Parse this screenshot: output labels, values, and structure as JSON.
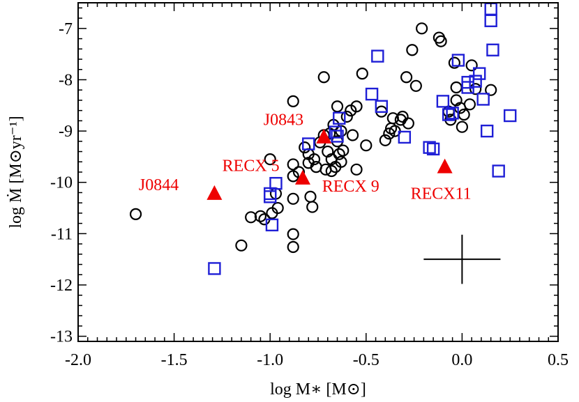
{
  "chart_data": {
    "type": "scatter",
    "xlabel": "log M∗ [M⊙]",
    "ylabel": "log Ṁ [M⊙yr⁻¹]",
    "xlim": [
      -2.0,
      0.5
    ],
    "ylim": [
      -13.1,
      -6.5
    ],
    "xticks": [
      -2.0,
      -1.5,
      -1.0,
      -0.5,
      0.0,
      0.5
    ],
    "xtick_labels": [
      "-2.0",
      "-1.5",
      "-1.0",
      "-0.5",
      "0.0",
      "0.5"
    ],
    "yticks": [
      -13,
      -12,
      -11,
      -10,
      -9,
      -8,
      -7
    ],
    "ytick_labels": [
      "-13",
      "-12",
      "-11",
      "-10",
      "-9",
      "-8",
      "-7"
    ],
    "grid": false,
    "series": [
      {
        "marker": "circle",
        "color": "#000000",
        "points": [
          [
            -1.7,
            -10.62
          ],
          [
            -1.15,
            -11.23
          ],
          [
            -1.1,
            -10.68
          ],
          [
            -1.05,
            -10.66
          ],
          [
            -1.03,
            -10.72
          ],
          [
            -1.0,
            -9.55
          ],
          [
            -0.99,
            -10.6
          ],
          [
            -0.97,
            -10.22
          ],
          [
            -0.96,
            -10.5
          ],
          [
            -0.88,
            -8.42
          ],
          [
            -0.88,
            -9.65
          ],
          [
            -0.88,
            -9.88
          ],
          [
            -0.88,
            -10.32
          ],
          [
            -0.88,
            -11.01
          ],
          [
            -0.88,
            -11.26
          ],
          [
            -0.85,
            -9.8
          ],
          [
            -0.82,
            -9.32
          ],
          [
            -0.8,
            -9.45
          ],
          [
            -0.8,
            -9.62
          ],
          [
            -0.79,
            -10.28
          ],
          [
            -0.78,
            -10.48
          ],
          [
            -0.77,
            -9.55
          ],
          [
            -0.76,
            -9.7
          ],
          [
            -0.74,
            -9.22
          ],
          [
            -0.72,
            -7.95
          ],
          [
            -0.72,
            -9.08
          ],
          [
            -0.71,
            -9.75
          ],
          [
            -0.7,
            -9.4
          ],
          [
            -0.69,
            -9.05
          ],
          [
            -0.68,
            -9.55
          ],
          [
            -0.68,
            -9.78
          ],
          [
            -0.67,
            -8.88
          ],
          [
            -0.66,
            -9.7
          ],
          [
            -0.65,
            -8.52
          ],
          [
            -0.65,
            -9.2
          ],
          [
            -0.64,
            -9.45
          ],
          [
            -0.63,
            -9.0
          ],
          [
            -0.63,
            -9.6
          ],
          [
            -0.62,
            -9.38
          ],
          [
            -0.6,
            -8.72
          ],
          [
            -0.58,
            -8.6
          ],
          [
            -0.57,
            -9.08
          ],
          [
            -0.55,
            -8.52
          ],
          [
            -0.55,
            -9.75
          ],
          [
            -0.52,
            -7.88
          ],
          [
            -0.5,
            -9.28
          ],
          [
            -0.42,
            -8.62
          ],
          [
            -0.4,
            -9.18
          ],
          [
            -0.38,
            -9.05
          ],
          [
            -0.37,
            -8.95
          ],
          [
            -0.36,
            -8.75
          ],
          [
            -0.35,
            -9.0
          ],
          [
            -0.32,
            -8.78
          ],
          [
            -0.31,
            -8.72
          ],
          [
            -0.29,
            -7.95
          ],
          [
            -0.28,
            -8.85
          ],
          [
            -0.26,
            -7.42
          ],
          [
            -0.24,
            -8.12
          ],
          [
            -0.21,
            -7.0
          ],
          [
            -0.12,
            -7.18
          ],
          [
            -0.11,
            -7.25
          ],
          [
            -0.07,
            -8.62
          ],
          [
            -0.06,
            -8.78
          ],
          [
            -0.04,
            -7.67
          ],
          [
            -0.03,
            -8.15
          ],
          [
            -0.03,
            -8.4
          ],
          [
            -0.01,
            -8.55
          ],
          [
            0.0,
            -8.92
          ],
          [
            0.01,
            -8.68
          ],
          [
            0.04,
            -8.48
          ],
          [
            0.05,
            -7.72
          ],
          [
            0.07,
            -8.18
          ],
          [
            0.15,
            -8.2
          ]
        ]
      },
      {
        "marker": "square",
        "color": "#1f1fd6",
        "points": [
          [
            -1.29,
            -11.68
          ],
          [
            -1.0,
            -10.22
          ],
          [
            -1.0,
            -10.28
          ],
          [
            -0.99,
            -10.83
          ],
          [
            -0.97,
            -10.02
          ],
          [
            -0.8,
            -9.25
          ],
          [
            -0.66,
            -9.02
          ],
          [
            -0.65,
            -9.1
          ],
          [
            -0.64,
            -8.75
          ],
          [
            -0.44,
            -7.54
          ],
          [
            -0.42,
            -8.52
          ],
          [
            -0.47,
            -8.28
          ],
          [
            -0.3,
            -9.12
          ],
          [
            -0.17,
            -9.32
          ],
          [
            -0.15,
            -9.35
          ],
          [
            -0.1,
            -8.42
          ],
          [
            -0.07,
            -8.68
          ],
          [
            -0.05,
            -8.65
          ],
          [
            -0.02,
            -7.62
          ],
          [
            0.03,
            -8.05
          ],
          [
            0.03,
            -8.15
          ],
          [
            0.07,
            -8.03
          ],
          [
            0.09,
            -7.88
          ],
          [
            0.11,
            -8.38
          ],
          [
            0.13,
            -9.0
          ],
          [
            0.15,
            -6.62
          ],
          [
            0.15,
            -6.85
          ],
          [
            0.16,
            -7.42
          ],
          [
            0.19,
            -9.78
          ],
          [
            0.25,
            -8.7
          ]
        ]
      },
      {
        "marker": "triangle",
        "color": "#ee0000",
        "points": [
          [
            -1.29,
            -10.22
          ],
          [
            -0.83,
            -9.92
          ],
          [
            -0.72,
            -9.12
          ],
          [
            -0.09,
            -9.7
          ]
        ]
      }
    ],
    "annotations": [
      {
        "text": "J0843",
        "x": -0.93,
        "y": -8.88
      },
      {
        "text": "J0844",
        "x": -1.58,
        "y": -10.15
      },
      {
        "text": "RECX 5",
        "x": -1.1,
        "y": -9.78
      },
      {
        "text": "RECX 9",
        "x": -0.58,
        "y": -10.18
      },
      {
        "text": "RECX11",
        "x": -0.11,
        "y": -10.32
      }
    ],
    "error_bar": {
      "x": 0.0,
      "y": -11.5,
      "xerr": 0.2,
      "yerr": 0.48,
      "color": "#000000"
    }
  }
}
